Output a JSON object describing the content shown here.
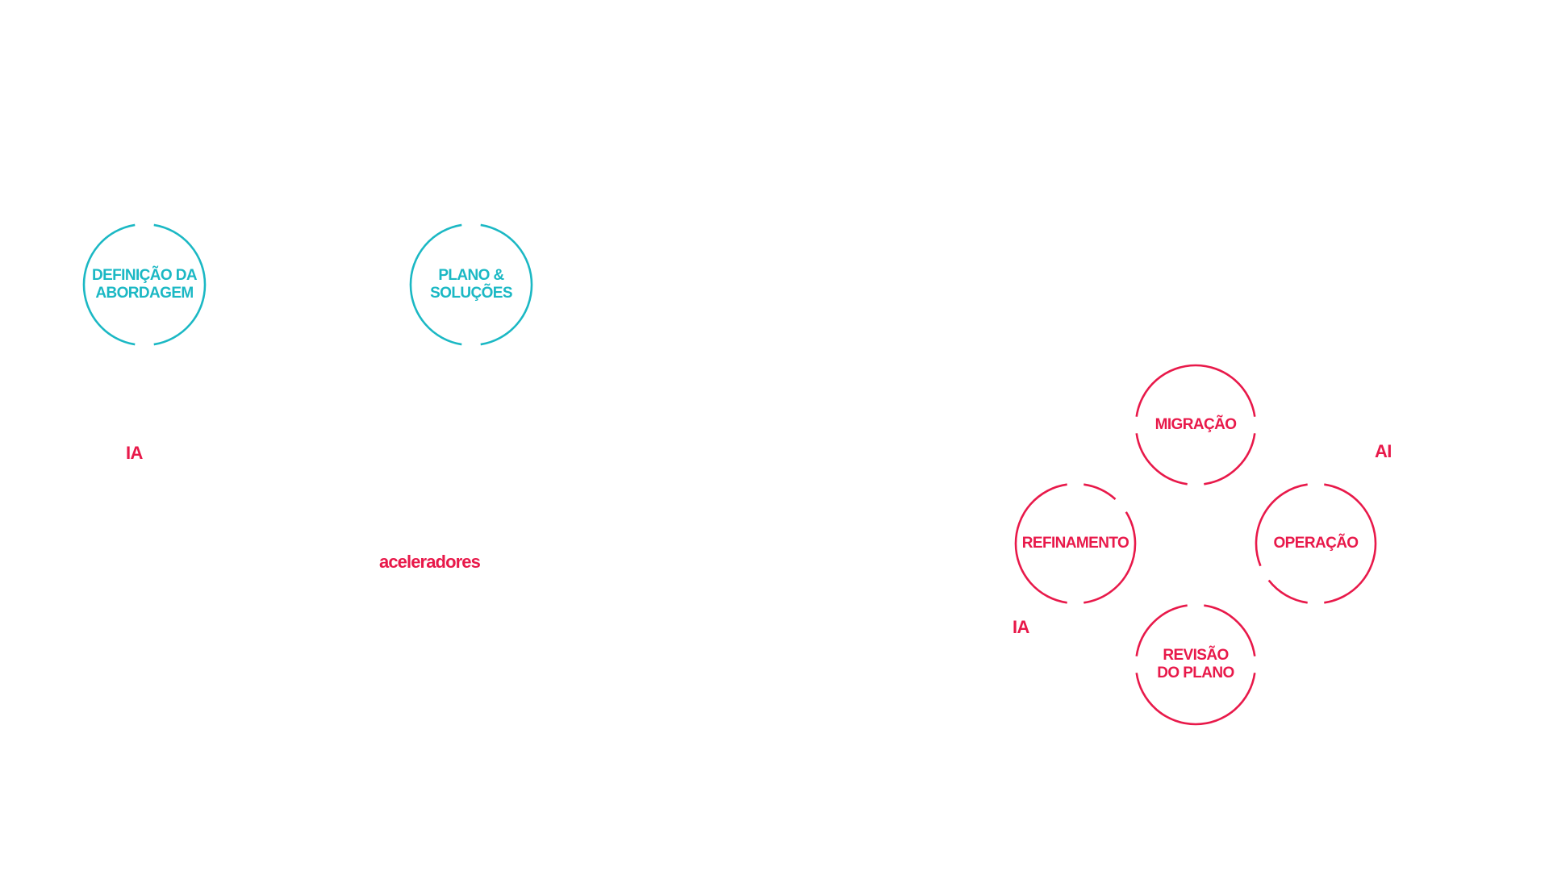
{
  "colors": {
    "teal": "#1bb8c4",
    "red": "#e8194a",
    "background": "#ffffff"
  },
  "nodes": [
    {
      "id": "definicao-da-abordagem",
      "lines": [
        "DEFINIÇÃO DA",
        "ABORDAGEM"
      ],
      "color": "teal"
    },
    {
      "id": "plano-solucoes",
      "lines": [
        "PLANO &",
        "SOLUÇÕES"
      ],
      "color": "teal"
    },
    {
      "id": "migracao",
      "lines": [
        "MIGRAÇÃO"
      ],
      "color": "red"
    },
    {
      "id": "refinamento",
      "lines": [
        "REFINAMENTO"
      ],
      "color": "red"
    },
    {
      "id": "operacao",
      "lines": [
        "OPERAÇÃO"
      ],
      "color": "red"
    },
    {
      "id": "revisao-do-plano",
      "lines": [
        "REVISÃO",
        "DO PLANO"
      ],
      "color": "red"
    }
  ],
  "labels": [
    {
      "id": "ia-left",
      "text": "IA",
      "color": "red"
    },
    {
      "id": "aceleradores",
      "text": "aceleradores",
      "color": "red"
    },
    {
      "id": "ai-right",
      "text": "AI",
      "color": "red"
    },
    {
      "id": "ia-bottom",
      "text": "IA",
      "color": "red"
    }
  ]
}
